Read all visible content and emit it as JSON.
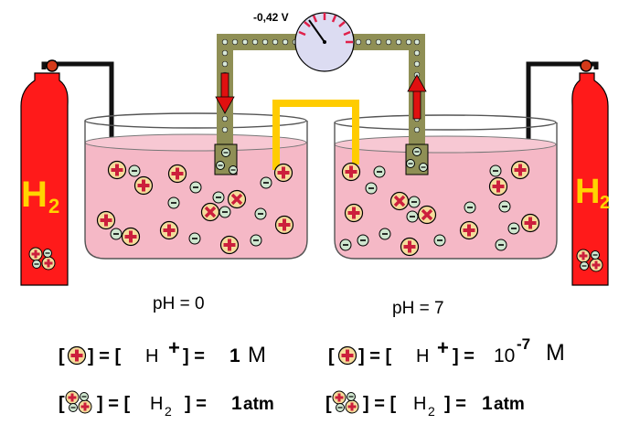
{
  "voltmeter": {
    "reading": "-0,42 V"
  },
  "cylinders": {
    "left": {
      "label": "H",
      "subscript": "2"
    },
    "right": {
      "label": "H",
      "subscript": "2"
    }
  },
  "beakers": {
    "left": {
      "ph_label": "pH = 0"
    },
    "right": {
      "ph_label": "pH = 7"
    }
  },
  "equations": {
    "left_proton": {
      "open": "[",
      "mid": "] = [",
      "h": "H",
      "plus": "+",
      "close": "] =",
      "value": "1",
      "unit": "M"
    },
    "right_proton": {
      "open": "[",
      "mid": "] = [",
      "h": "H",
      "plus": "+",
      "close": "] =",
      "value": "10",
      "exponent": "-7",
      "unit": "M"
    },
    "left_gas": {
      "open": "[",
      "mid": "] = [",
      "h": "H",
      "sub": "2",
      "close": "] =",
      "value": "1",
      "unit": "atm"
    },
    "right_gas": {
      "open": "[",
      "mid": "] = [",
      "h": "H",
      "sub": "2",
      "close": "] =",
      "value": "1",
      "unit": "atm"
    }
  },
  "colors": {
    "cylinder": "#ff1a1a",
    "solution": "#f5b8c6",
    "salt_bridge": "#ffcc00",
    "wire": "#8f8f55",
    "proton_fill": "#f6dc9b",
    "proton_mark": "#cc1f3c",
    "electron_fill": "#cfe6cf",
    "arrow": "#e01010",
    "meter_face": "#dcdcf2"
  }
}
